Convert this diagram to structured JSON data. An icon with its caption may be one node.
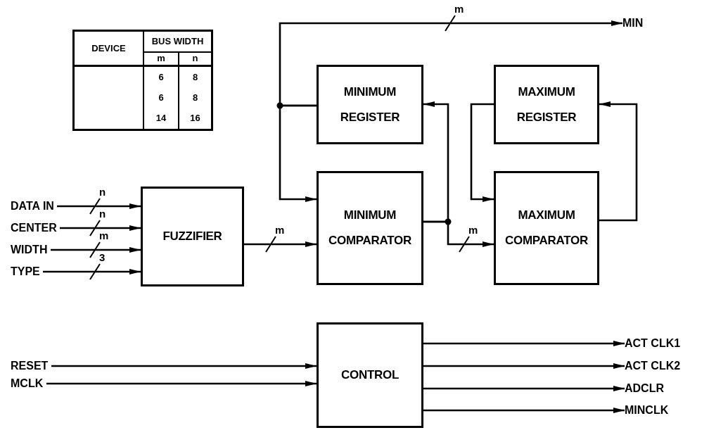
{
  "diagram": {
    "nodes": [
      {
        "text": [
          "DATA IN"
        ]
      },
      {
        "text": [
          "CENTER"
        ]
      },
      {
        "text": [
          "WIDTH"
        ]
      },
      {
        "text": [
          "TYPE"
        ]
      },
      {
        "text": [
          "FUZZIFIER"
        ]
      },
      {
        "text": [
          "MINIMUM REGISTER"
        ]
      },
      {
        "text": [
          "MINIMUM COMPARATOR"
        ]
      },
      {
        "text": [
          "MAXIMUM REGISTER"
        ]
      },
      {
        "text": [
          "MAXIMUM COMPARATOR"
        ]
      },
      {
        "text": [
          "MIN"
        ]
      },
      {
        "text": [
          "RESET"
        ]
      },
      {
        "text": [
          "MCLK"
        ]
      },
      {
        "text": [
          "CONTROL"
        ]
      },
      {
        "text": [
          "ACT CLK1"
        ]
      },
      {
        "text": [
          "ACT CLK2"
        ]
      },
      {
        "text": [
          "ADCLR"
        ]
      },
      {
        "text": [
          "MINCLK"
        ]
      }
    ],
    "edges": [
      {
        "from": 0,
        "to": 4,
        "arrow": "to",
        "label": "n"
      },
      {
        "from": 1,
        "to": 4,
        "arrow": "to",
        "label": "n"
      },
      {
        "from": 2,
        "to": 4,
        "arrow": "to",
        "label": "m"
      },
      {
        "from": 3,
        "to": 4,
        "arrow": "to",
        "label": "3"
      },
      {
        "from": 4,
        "to": 6,
        "arrow": "to",
        "label": "m"
      },
      {
        "from": 6,
        "to": 5,
        "arrow": "to"
      },
      {
        "from": 5,
        "to": 6,
        "arrow": "to"
      },
      {
        "from": 5,
        "to": 9,
        "arrow": "to",
        "label": "m"
      },
      {
        "from": 6,
        "to": 8,
        "arrow": "to",
        "label": "m"
      },
      {
        "from": 7,
        "to": 8,
        "arrow": "to"
      },
      {
        "from": 8,
        "to": 7,
        "arrow": "to"
      },
      {
        "from": 10,
        "to": 12,
        "arrow": "to"
      },
      {
        "from": 11,
        "to": 12,
        "arrow": "to"
      },
      {
        "from": 12,
        "to": 13,
        "arrow": "to"
      },
      {
        "from": 12,
        "to": 14,
        "arrow": "to"
      },
      {
        "from": 12,
        "to": 15,
        "arrow": "to"
      },
      {
        "from": 12,
        "to": 16,
        "arrow": "to"
      }
    ],
    "labels": [
      "DEVICE",
      "BUS WIDTH",
      "m",
      "n",
      "6",
      "8",
      "6",
      "8",
      "14",
      "16"
    ]
  }
}
